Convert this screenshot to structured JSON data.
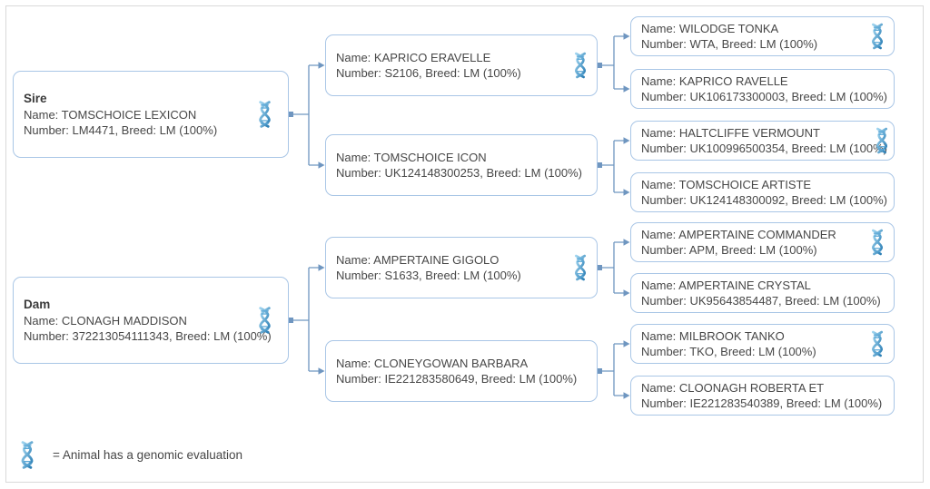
{
  "colors": {
    "frame-border": "#d9d9d9",
    "box-border": "#a9c6e6",
    "line": "#6f96c0",
    "text": "#474747",
    "title": "#3a3a3a"
  },
  "legend": {
    "text": "= Animal has a genomic evaluation",
    "icon": "dna-icon"
  },
  "nodes": [
    {
      "id": "sire",
      "title": "Sire",
      "name_line": "Name: TOMSCHOICE LEXICON",
      "number_line": "Number: LM4471, Breed: LM (100%)",
      "genomic": true
    },
    {
      "id": "dam",
      "title": "Dam",
      "name_line": "Name: CLONAGH MADDISON",
      "number_line": "Number: 372213054111343, Breed: LM (100%)",
      "genomic": true
    },
    {
      "id": "kaprico-eravelle",
      "name_line": "Name: KAPRICO ERAVELLE",
      "number_line": "Number: S2106, Breed: LM (100%)",
      "genomic": true
    },
    {
      "id": "tomschoice-icon",
      "name_line": "Name: TOMSCHOICE ICON",
      "number_line": "Number: UK124148300253, Breed: LM (100%)",
      "genomic": false
    },
    {
      "id": "ampertaine-gigolo",
      "name_line": "Name: AMPERTAINE GIGOLO",
      "number_line": "Number: S1633, Breed: LM (100%)",
      "genomic": true
    },
    {
      "id": "cloneygowan-barbara",
      "name_line": "Name: CLONEYGOWAN BARBARA",
      "number_line": "Number: IE221283580649, Breed: LM (100%)",
      "genomic": false
    },
    {
      "id": "wilodge-tonka",
      "name_line": "Name: WILODGE TONKA",
      "number_line": "Number: WTA, Breed: LM (100%)",
      "genomic": true
    },
    {
      "id": "kaprico-ravelle",
      "name_line": "Name: KAPRICO RAVELLE",
      "number_line": "Number: UK106173300003, Breed: LM (100%)",
      "genomic": false
    },
    {
      "id": "haltcliffe-vermount",
      "name_line": "Name: HALTCLIFFE VERMOUNT",
      "number_line": "Number: UK100996500354, Breed: LM (100%)",
      "genomic": true
    },
    {
      "id": "tomschoice-artiste",
      "name_line": "Name: TOMSCHOICE ARTISTE",
      "number_line": "Number: UK124148300092, Breed: LM (100%)",
      "genomic": false
    },
    {
      "id": "ampertaine-commander",
      "name_line": "Name: AMPERTAINE COMMANDER",
      "number_line": "Number: APM, Breed: LM (100%)",
      "genomic": true
    },
    {
      "id": "ampertaine-crystal",
      "name_line": "Name: AMPERTAINE CRYSTAL",
      "number_line": "Number: UK95643854487, Breed: LM (100%)",
      "genomic": false
    },
    {
      "id": "milbrook-tanko",
      "name_line": "Name: MILBROOK TANKO",
      "number_line": "Number: TKO, Breed: LM (100%)",
      "genomic": true
    },
    {
      "id": "cloonagh-roberta",
      "name_line": "Name: CLOONAGH ROBERTA ET",
      "number_line": "Number: IE221283540389, Breed: LM (100%)",
      "genomic": false
    }
  ],
  "pedigree": [
    {
      "parent": "sire",
      "children": [
        "kaprico-eravelle",
        "tomschoice-icon"
      ]
    },
    {
      "parent": "dam",
      "children": [
        "ampertaine-gigolo",
        "cloneygowan-barbara"
      ]
    },
    {
      "parent": "kaprico-eravelle",
      "children": [
        "wilodge-tonka",
        "kaprico-ravelle"
      ]
    },
    {
      "parent": "tomschoice-icon",
      "children": [
        "haltcliffe-vermount",
        "tomschoice-artiste"
      ]
    },
    {
      "parent": "ampertaine-gigolo",
      "children": [
        "ampertaine-commander",
        "ampertaine-crystal"
      ]
    },
    {
      "parent": "cloneygowan-barbara",
      "children": [
        "milbrook-tanko",
        "cloonagh-roberta"
      ]
    }
  ]
}
